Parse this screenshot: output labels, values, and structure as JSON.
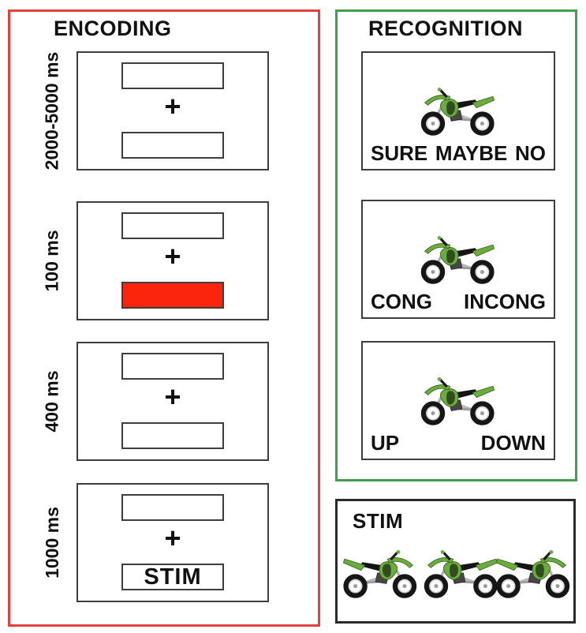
{
  "colors": {
    "encoding_border": "#e2423b",
    "recognition_border": "#42a049",
    "stim_border": "#2a2a2a",
    "screen_border": "#3d3d3d",
    "stimulus_red": "#fa250c",
    "bike_green": "#6aad3d"
  },
  "encoding": {
    "title": "ENCODING",
    "fixation": "+",
    "trials": [
      {
        "duration": "2000-5000 ms",
        "top_box": "empty",
        "bottom_box": "empty"
      },
      {
        "duration": "100 ms",
        "top_box": "empty",
        "bottom_box": "red-filled"
      },
      {
        "duration": "400 ms",
        "top_box": "empty",
        "bottom_box": "empty"
      },
      {
        "duration": "1000 ms",
        "top_box": "empty",
        "bottom_box": "stim-label",
        "stim_label": "STIM"
      }
    ]
  },
  "recognition": {
    "title": "RECOGNITION",
    "screens": [
      {
        "image": "green-dirt-bike-facing-left",
        "options": [
          "SURE",
          "MAYBE",
          "NO"
        ]
      },
      {
        "image": "green-dirt-bike-facing-left",
        "options": [
          "CONG",
          "INCONG"
        ]
      },
      {
        "image": "green-dirt-bike-facing-left",
        "options": [
          "UP",
          "DOWN"
        ]
      }
    ]
  },
  "stim": {
    "title": "STIM",
    "images": [
      "green-dirt-bike-facing-right",
      "green-dirt-bike-facing-left",
      "green-dirt-bike-facing-right"
    ]
  }
}
